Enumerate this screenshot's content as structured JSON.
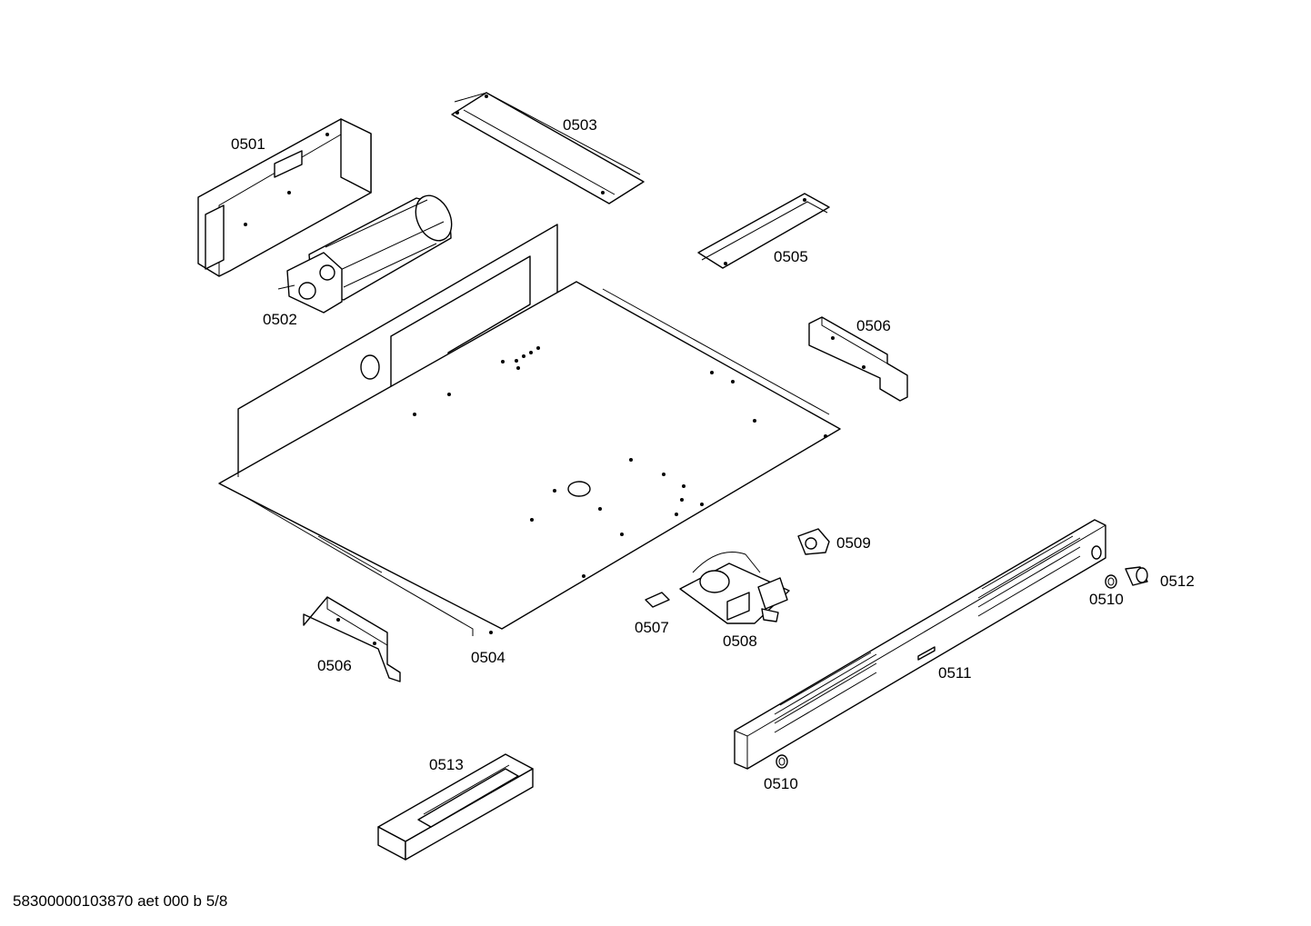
{
  "labels": {
    "p0501": "0501",
    "p0502": "0502",
    "p0503": "0503",
    "p0504": "0504",
    "p0505": "0505",
    "p0506a": "0506",
    "p0506b": "0506",
    "p0507": "0507",
    "p0508": "0508",
    "p0509": "0509",
    "p0510a": "0510",
    "p0510b": "0510",
    "p0511": "0511",
    "p0512": "0512",
    "p0513": "0513"
  },
  "footer": "58300000103870 aet 000 b 5/8"
}
